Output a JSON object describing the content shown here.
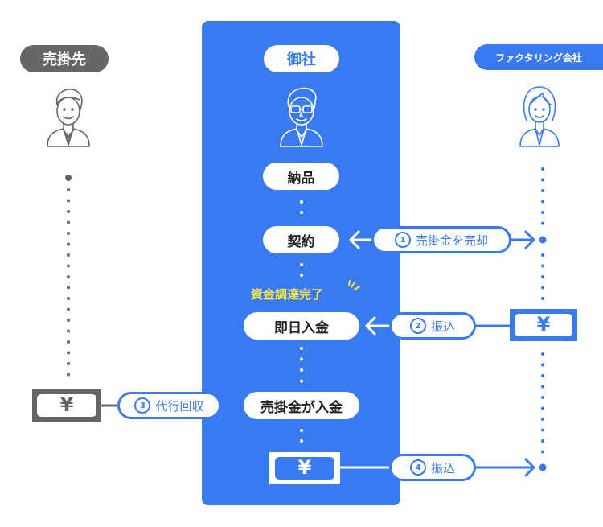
{
  "colors": {
    "brand": "#3a7af0",
    "seller_gray": "#666666",
    "highlight_yellow": "#f5e64a"
  },
  "columns": {
    "buyer": {
      "label": "売掛先",
      "icon": "businessman-icon"
    },
    "company": {
      "label": "御社",
      "icon": "businessman-glasses-icon"
    },
    "factoring": {
      "label": "ファクタリング会社",
      "icon": "businesswoman-icon"
    }
  },
  "steps": [
    {
      "label": "納品"
    },
    {
      "label": "契約"
    },
    {
      "label": "即日入金"
    },
    {
      "label": "売掛金が入金"
    }
  ],
  "highlight": "資金調達完了",
  "flows": [
    {
      "number": "1",
      "label": "売掛金を売却"
    },
    {
      "number": "2",
      "label": "振込"
    },
    {
      "number": "3",
      "label": "代行回収"
    },
    {
      "number": "4",
      "label": "振込"
    }
  ],
  "money_symbol": "¥"
}
